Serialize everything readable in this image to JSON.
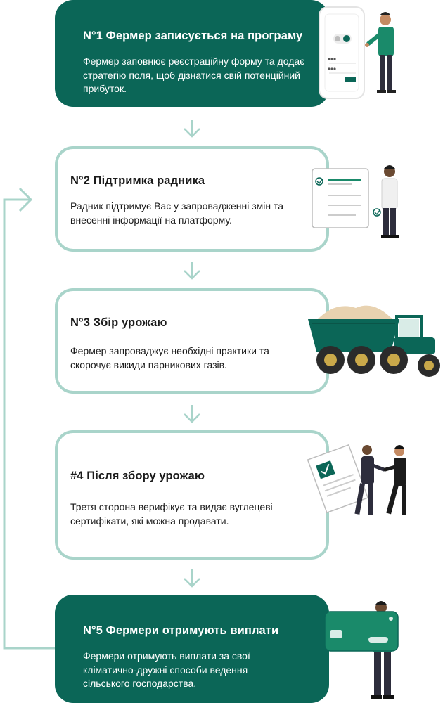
{
  "steps": [
    {
      "title": "N°1 Фермер записується на програму",
      "text": "Фермер заповнює реєстраційну форму та додає стратегію поля, щоб дізнатися свій потенційний прибуток."
    },
    {
      "title": "N°2 Підтримка радника",
      "text": "Радник підтримує Вас у запровадженні змін та внесенні інформації на платформу."
    },
    {
      "title": "N°3 Збір урожаю",
      "text": "Фермер запроваджує необхідні практики та скорочує викиди парникових газів."
    },
    {
      "title": "#4 Після збору урожаю",
      "text": "Третя сторона верифікує та видає вуглецеві сертифікати, які можна продавати."
    },
    {
      "title": "N°5 Фермери отримують виплати",
      "text": "Фермери отримують виплати за свої кліматично-дружні способи ведення сільського господарства."
    }
  ],
  "colors": {
    "dark_green": "#0b6657",
    "light_green": "#a9d4ca",
    "accent": "#1a8a6a"
  },
  "icons": [
    "phone-form-illustration",
    "checklist-advisor-illustration",
    "tractor-illustration",
    "certificate-handshake-illustration",
    "card-payment-illustration"
  ]
}
